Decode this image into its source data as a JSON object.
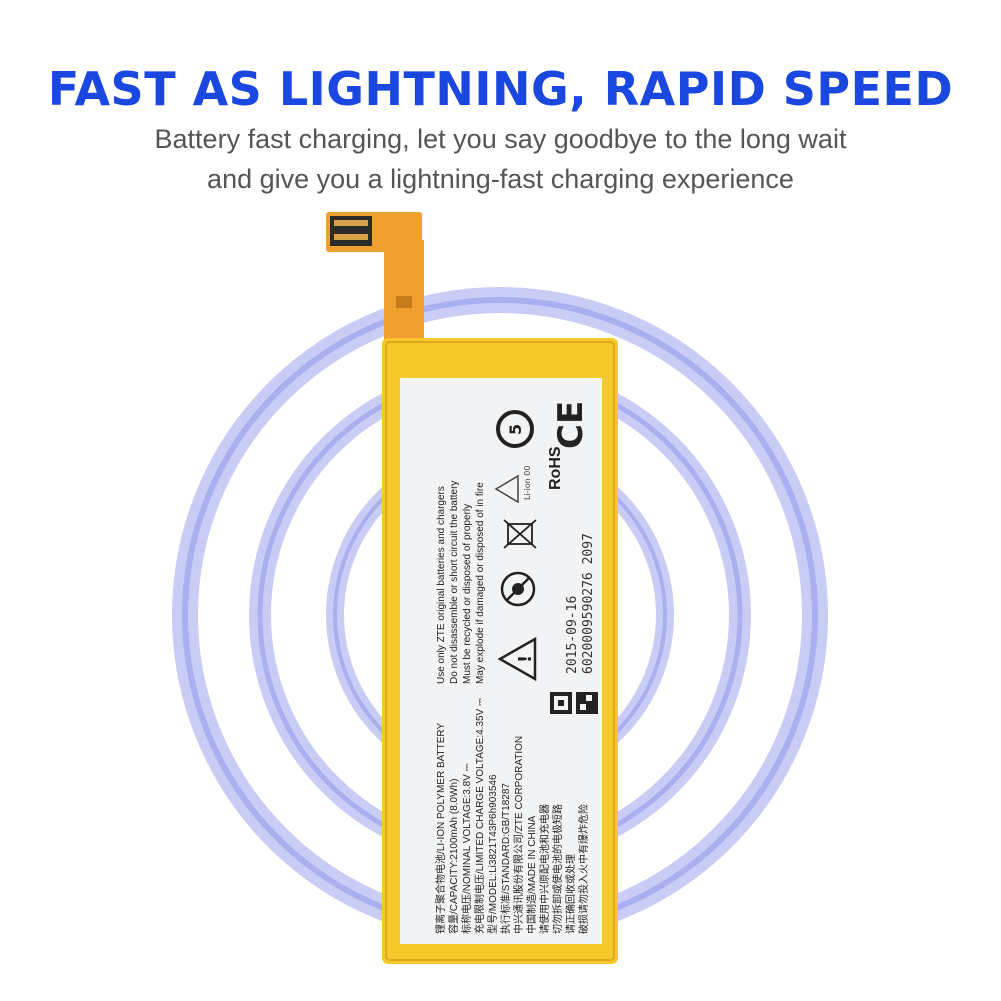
{
  "headline": "FAST AS LIGHTNING, RAPID SPEED",
  "subline_1": "Battery fast charging, let you say goodbye to the long wait",
  "subline_2": "and give you a lightning-fast charging experience",
  "colors": {
    "headline": "#1a47e0",
    "ring": "#8f97ea",
    "battery_frame": "#f6c92b",
    "flex_cable": "#f0a030",
    "label": "#f2f3f4"
  },
  "battery_label": {
    "spec_lines": [
      "锂离子聚合物电池/LI-ION POLYMER BATTERY",
      "容量/CAPACITY:2100mAh (8.0Wh)",
      "标称电压/NOMINAL VOLTAGE:3.8V ⎓",
      "充电限制电压/LIMITED CHARGE VOLTAGE:4.35V ⎓",
      "型号/MODEL:Li3821T43P6h903546",
      "执行标准/STANDARD:GB/T18287",
      "中兴通讯股份有限公司/ZTE CORPORATION",
      "中国制造/MADE IN CHINA",
      "请使用中兴原配电池和充电器",
      "切勿拆卸或使电池的电极短路",
      "请正确回收或处理",
      "破损请勿投入火中有爆炸危险"
    ],
    "warning_lines": [
      "Use only ZTE original batteries and chargers",
      "Do not disassemble or short circuit the battery",
      "Must be recycled or disposed of properly",
      "May explode if damaged or disposed of in fire"
    ],
    "date": "2015-09-16",
    "serial": "6020009590276 2097",
    "rohs": "RoHS",
    "ce": "CE",
    "recycle": "Li-ion 00",
    "year_mark": "5"
  }
}
